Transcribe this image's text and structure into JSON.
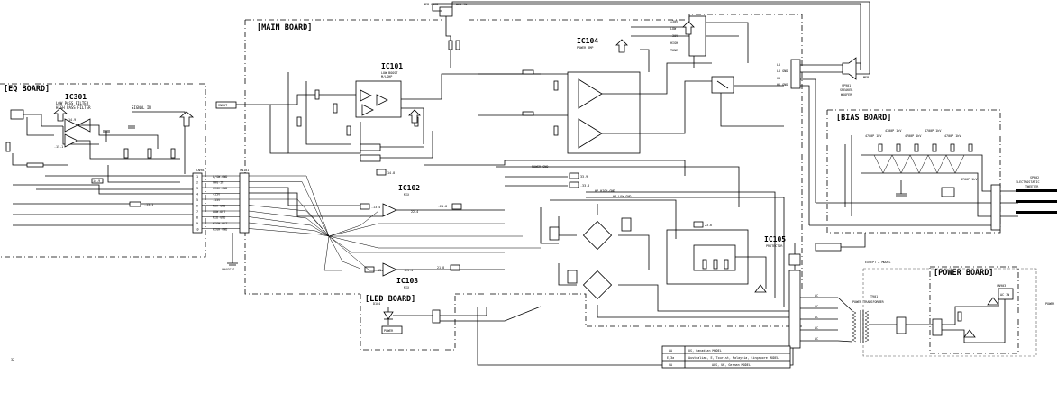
{
  "boards": {
    "main": "[MAIN BOARD]",
    "eq": "[EQ BOARD]",
    "bias": "[BIAS BOARD]",
    "led": "[LED BOARD]",
    "power": "[POWER BOARD]"
  },
  "ics": {
    "ic301": {
      "name": "IC301",
      "desc1": "LOW PASS FILTER",
      "desc2": "HIGH PASS FILTER"
    },
    "ic101": {
      "name": "IC101",
      "desc1": "LOW BOOST",
      "desc2": "M/LGHP"
    },
    "ic104": {
      "name": "IC104",
      "desc1": "POWER AMP"
    },
    "ic102": {
      "name": "IC102",
      "desc1": "MIX"
    },
    "ic103": {
      "name": "IC103",
      "desc1": "MIX"
    },
    "ic105": {
      "name": "IC105",
      "desc1": "PROTECTOR"
    }
  },
  "labels": {
    "signal_in": "SIGNAL IN",
    "input": "INPUT",
    "mfb_snap": "MFB SNAP",
    "mfb_in": "MFB IN",
    "sp901": "SP901",
    "speaker": "SPEAKER",
    "woofer": "WOOFER",
    "mfb": "MFB",
    "sp902": "SP902",
    "electrostatic": "ELECTROSTATIC",
    "tweeter": "TWEETER",
    "t901": "T901",
    "power_transformer": "POWER TRANSFORMER",
    "except_model": "EXCEPT Z MODEL",
    "ac_in": "AC IN",
    "cn903": "CN903",
    "power_cut": "POWER",
    "power_lbl": "POWER",
    "d104": "D104",
    "chassis": "CHASSIS",
    "page_num": "32",
    "lo": "LO",
    "lo_gnd": "LO GND",
    "ho": "HO",
    "ho_gnd": "HO GND",
    "cn901": "CN901",
    "cn101": "CN101"
  },
  "connector_pins": [
    "L/SW-GND",
    "CHG-IN",
    "HIGH-GND",
    "+15V",
    "-15V",
    "MIX-GND",
    "LOW-OUT",
    "MID-GND",
    "HIGH-OUT",
    "HIGH-GND"
  ],
  "pin_numbers": [
    "1",
    "2",
    "3",
    "4",
    "5",
    "6",
    "7",
    "8",
    "9",
    "10"
  ],
  "top_pins": [
    "+30V",
    "LOW",
    "-30V",
    "HIGH",
    "TONE"
  ],
  "ac_pins": [
    "AC",
    "AC",
    "AC",
    "AC",
    "AC"
  ],
  "voltages": {
    "v1": "14.9",
    "v2": "-15.1",
    "v3": "14.8",
    "v4": "-13.4",
    "v5": "22.4",
    "v6": "-21.8",
    "v7": "-25.4",
    "v8": "33.9",
    "v9": "-33.8",
    "v10": "23.6",
    "v11": "-15.1",
    "v12": "21.8",
    "v13": "14.9",
    "v14": "-15.1"
  },
  "bias_values": [
    "4700P 1kV",
    "4700P 1kV",
    "4700P 1kV",
    "4700P 1kV",
    "4700P 1kV",
    "4700P 1kV"
  ],
  "nets": {
    "low_boost": "LOW-GND",
    "high_gnd": "HIGH-GND",
    "p30v": "+30V",
    "m30v": "-30V",
    "powergnd": "POWER-GND",
    "hp_high": "HP HIGH-GND",
    "hp_low": "HP LOW-GND"
  },
  "model_table": {
    "rows": [
      [
        "AA",
        "US, Canadian MODEL"
      ],
      [
        "E,3a",
        "Australian, E, Tourist, Malaysia, Singapore MODEL"
      ],
      [
        "CA",
        "AUS, UK, German MODEL"
      ]
    ]
  }
}
